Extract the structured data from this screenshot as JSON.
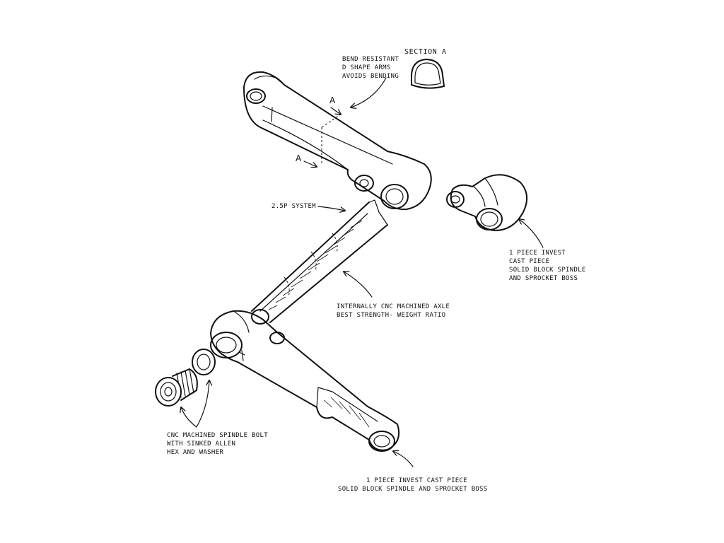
{
  "labels": {
    "section_a_title": "SECTION A",
    "bend_resistant": [
      "BEND RESISTANT",
      "D SHAPE ARMS",
      "AVOIDS BENDING"
    ],
    "marker_a_upper": "A",
    "marker_a_lower": "A",
    "system_25p": "2.5P SYSTEM",
    "one_piece_upper": [
      "1 PIECE INVEST",
      "CAST PIECE",
      "SOLID BLOCK SPINDLE",
      "AND SPROCKET BOSS"
    ],
    "axle": [
      "INTERNALLY CNC MACHINED AXLE",
      "BEST STRENGTH- WEIGHT RATIO"
    ],
    "spindle_bolt": [
      "CNC MACHINED SPINDLE BOLT",
      "WITH SINKED ALLEN",
      "HEX AND WASHER"
    ],
    "one_piece_lower": [
      "1 PIECE INVEST CAST PIECE",
      "SOLID BLOCK SPINDLE AND SPROCKET BOSS"
    ]
  }
}
